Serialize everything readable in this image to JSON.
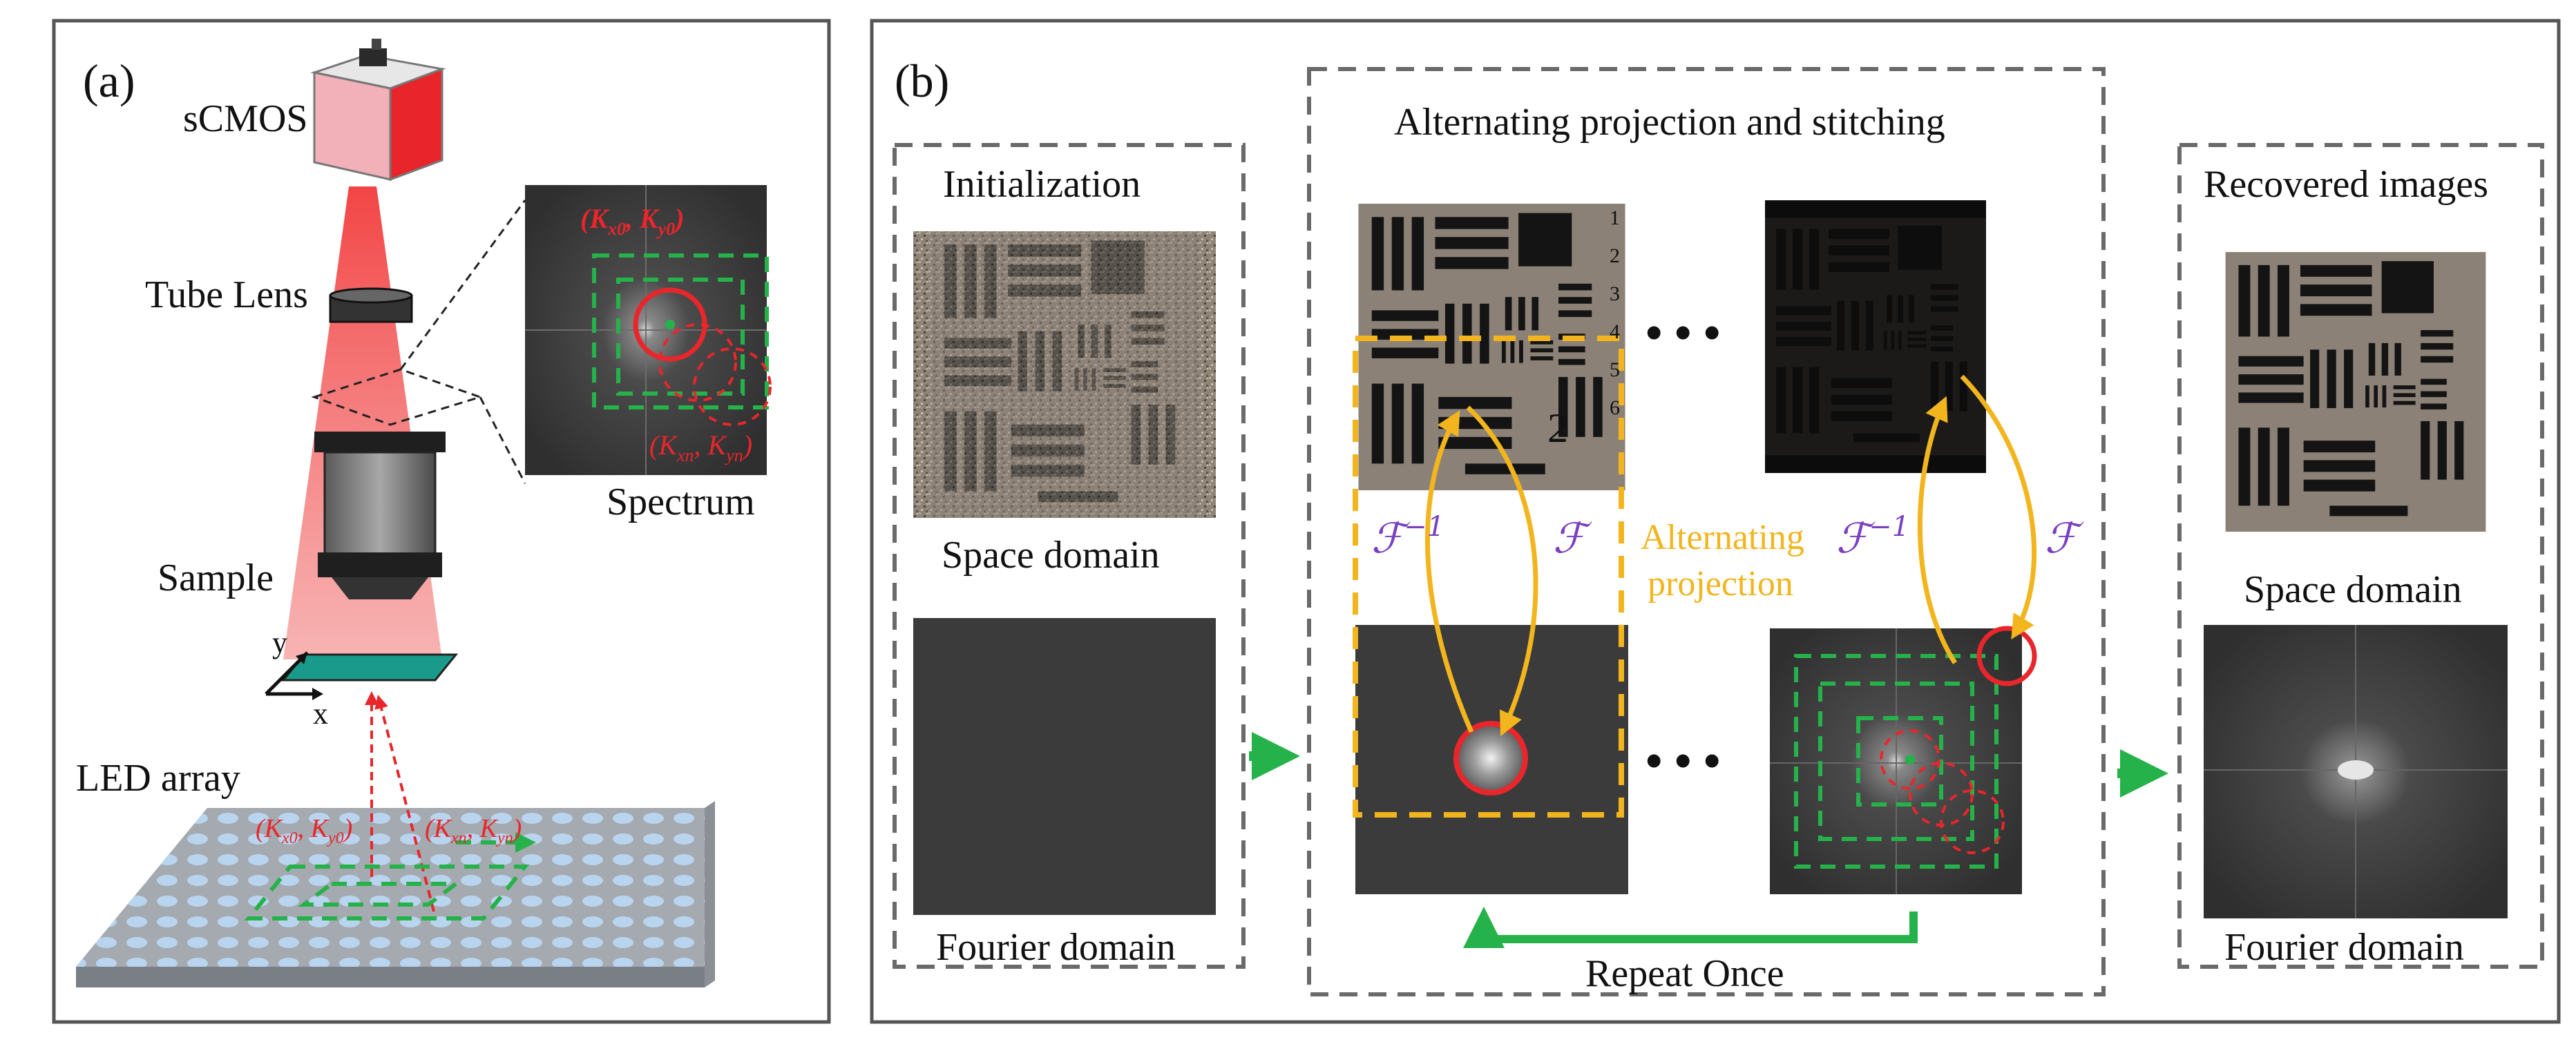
{
  "panel_a": {
    "label": "(a)",
    "camera_label": "sCMOS",
    "tube_lens_label": "Tube Lens",
    "sample_label": "Sample",
    "led_label": "LED array",
    "spectrum_label": "Spectrum",
    "axis_y": "y",
    "axis_x": "x",
    "k0_base": "(K",
    "k0_sub1": "x0",
    "k0_mid": ", K",
    "k0_sub2": "y0",
    "k0_end": ")",
    "kn_base": "(K",
    "kn_sub1": "xn",
    "kn_mid": ", K",
    "kn_sub2": "yn",
    "kn_end": ")"
  },
  "panel_b": {
    "label": "(b)",
    "init_title": "Initialization",
    "space_domain": "Space domain",
    "fourier_domain": "Fourier domain",
    "middle_title": "Alternating projection and stitching",
    "ellipsis": "• • •",
    "f_inv": "ℱ",
    "f_inv_sup": "−1",
    "f": "ℱ",
    "alt_line1": "Alternating",
    "alt_line2": "projection",
    "repeat": "Repeat Once",
    "recovered_title": "Recovered images",
    "space_domain_2": "Space domain",
    "fourier_domain_2": "Fourier domain",
    "usaf_numbers": [
      "1",
      "2",
      "3",
      "4",
      "5",
      "6",
      "2"
    ]
  },
  "colors": {
    "red": "#e8262b",
    "green": "#26b24a",
    "orange": "#f2b51e",
    "purple": "#7a3fc2",
    "target_bg": "#8c8176",
    "fourier_bg": "#3b3b3b"
  }
}
